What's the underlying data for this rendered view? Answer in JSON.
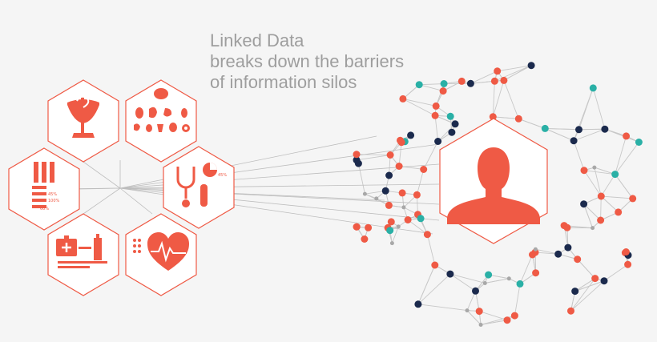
{
  "headline": {
    "line1": "Linked Data",
    "line2": "breaks down the barriers",
    "line3": "of information silos"
  },
  "labels": {
    "pie_percent": "45%",
    "bar_percent_1": "45%",
    "bar_percent_2": "100%",
    "bar_percent_3": "60%"
  },
  "icons": {
    "hex_1": "medicine-symbol-icon",
    "hex_2": "anatomy-organs-icon",
    "hex_3": "lab-test-tubes-icon",
    "hex_4": "stethoscope-chart-icon",
    "hex_5": "medical-kit-icon",
    "hex_6": "heart-rate-icon",
    "center": "person-profile-icon"
  },
  "colors": {
    "accent": "#ef5a45",
    "node_teal": "#2ab0a6",
    "node_navy": "#1b2a4d",
    "node_grey": "#a8a8a8",
    "line_grey": "#c8c8c8",
    "text_grey": "#9e9e9e"
  }
}
